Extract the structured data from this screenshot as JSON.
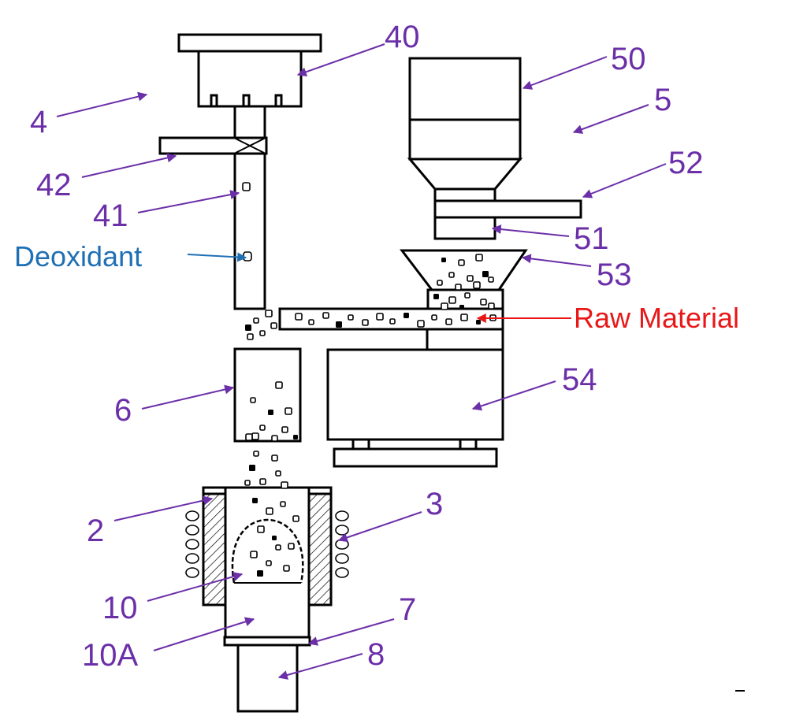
{
  "diagram": {
    "colors": {
      "label": "#6b2fa8",
      "deoxidant": "#1f6fb5",
      "raw_material": "#e81818",
      "line": "#000000"
    },
    "labels": {
      "n4": "4",
      "n40": "40",
      "n41": "41",
      "n42": "42",
      "n5": "5",
      "n50": "50",
      "n51": "51",
      "n52": "52",
      "n53": "53",
      "n54": "54",
      "n6": "6",
      "n2": "2",
      "n3": "3",
      "n10": "10",
      "n10a": "10A",
      "n7": "7",
      "n8": "8",
      "deoxidant": "Deoxidant",
      "raw_material": "Raw Material"
    }
  }
}
